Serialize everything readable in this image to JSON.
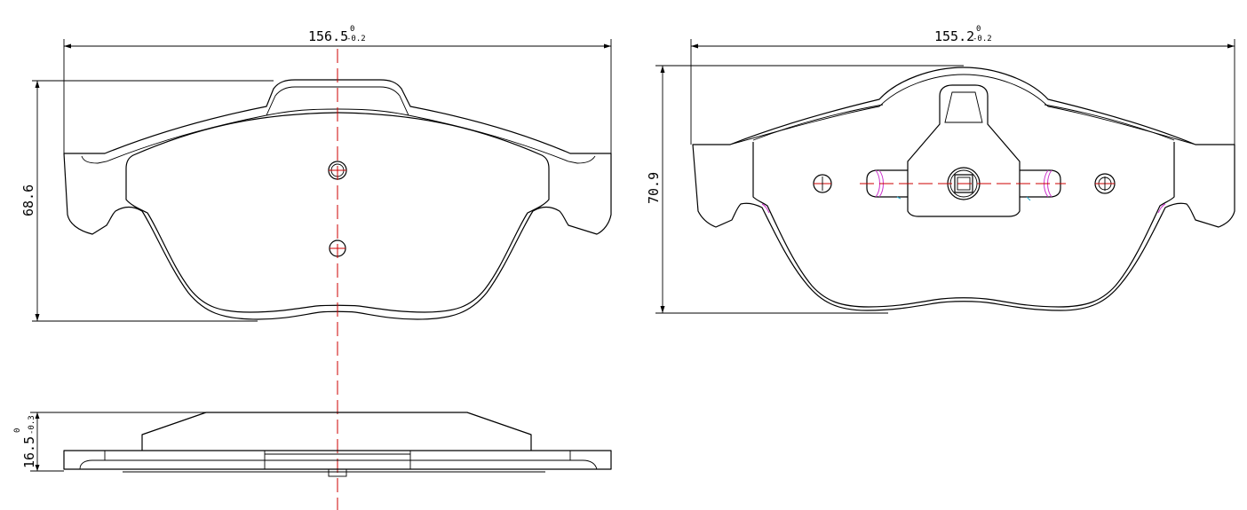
{
  "dimensions": {
    "left_width": {
      "value": "156.5",
      "upper_tol": "0",
      "lower_tol": "-0.2"
    },
    "left_height": {
      "value": "68.6"
    },
    "left_thickness": {
      "value": "16.5",
      "upper_tol": "0",
      "lower_tol": "-0.3"
    },
    "right_width": {
      "value": "155.2",
      "upper_tol": "0",
      "lower_tol": "-0.2"
    },
    "right_height": {
      "value": "70.9"
    }
  },
  "colors": {
    "line": "#000000",
    "centerline": "#cc0000",
    "accent_magenta": "#cc33cc",
    "accent_cyan": "#22aacc"
  }
}
